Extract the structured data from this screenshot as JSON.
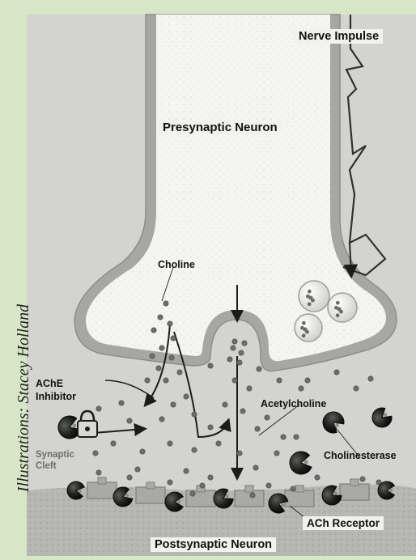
{
  "credit": "Illustrations: Stacey Holland",
  "labels": {
    "nerve_impulse": "Nerve Impulse",
    "presynaptic_neuron": "Presynaptic Neuron",
    "choline": "Choline",
    "ache_inhibitor_line1": "AChE",
    "ache_inhibitor_line2": "Inhibitor",
    "acetylcholine": "Acetylcholine",
    "synaptic_cleft_line1": "Synaptic",
    "synaptic_cleft_line2": "Cleft",
    "cholinesterase": "Cholinesterase",
    "ach_receptor": "ACh Receptor",
    "postsynaptic_neuron": "Postsynaptic Neuron"
  },
  "colors": {
    "panel_bg": "#d3d4cf",
    "outer_bg": "#d7e6c6",
    "neuron_wall": "#a6a7a2",
    "neuron_fill": "#f4f4f1",
    "receptor": "#a9aaa5",
    "enzyme": "#1b1d1b",
    "molecule": "#6c6e69",
    "cleft_label": "#6d6e6a"
  }
}
